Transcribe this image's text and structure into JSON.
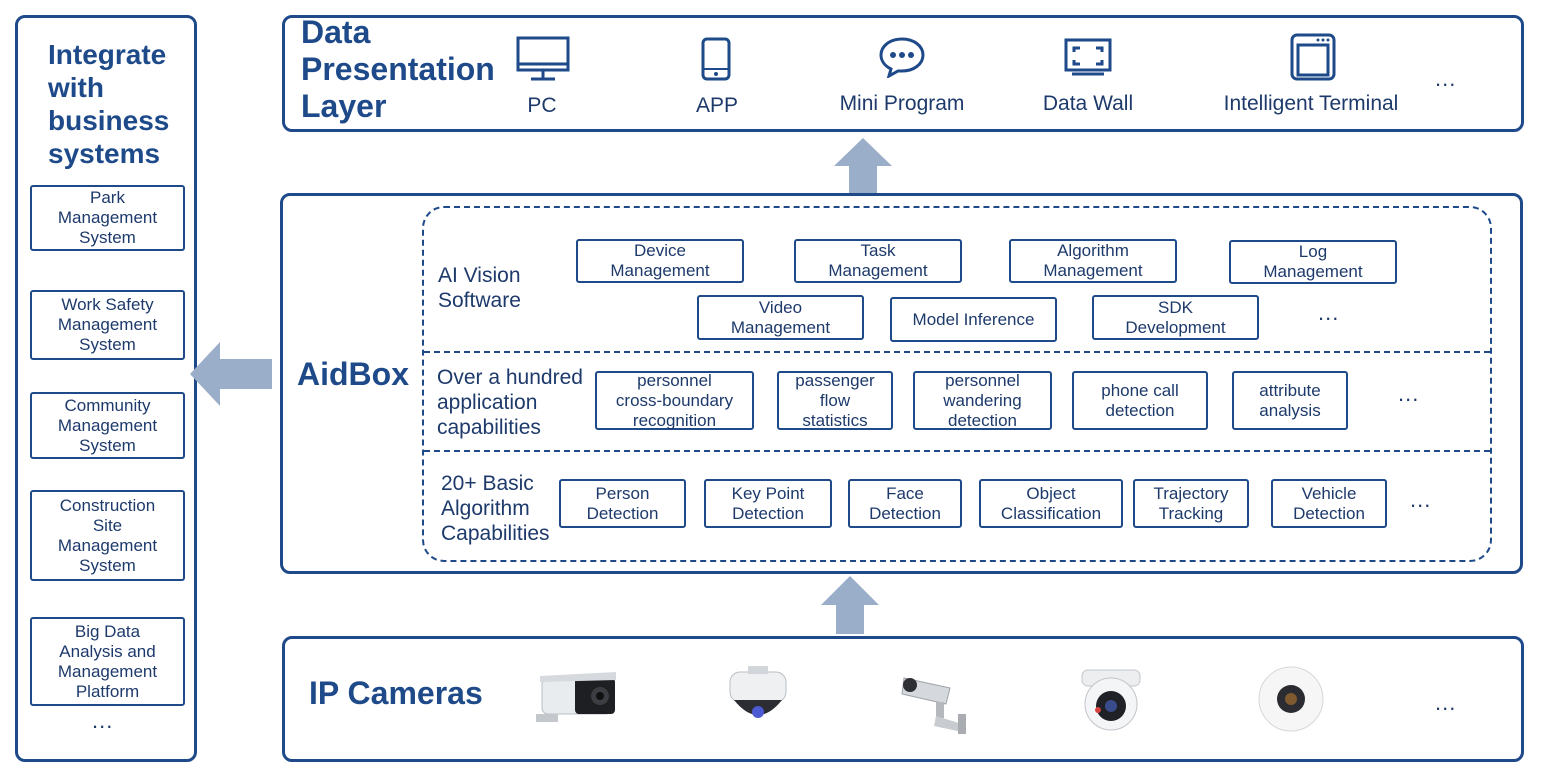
{
  "colors": {
    "primary": "#1e4a8a",
    "text": "#1d3a6b",
    "arrow": "#9aadc9"
  },
  "left_panel": {
    "title": "Integrate\nwith\nbusiness\nsystems",
    "items": [
      "Park\nManagement\nSystem",
      "Work Safety\nManagement\nSystem",
      "Community\nManagement\nSystem",
      "Construction\nSite\nManagement\nSystem",
      "Big Data\nAnalysis and\nManagement\nPlatform"
    ],
    "ellipsis": "..."
  },
  "presentation": {
    "title": "Data\nPresentation\nLayer",
    "items": [
      {
        "label": "PC",
        "icon": "monitor-icon"
      },
      {
        "label": "APP",
        "icon": "phone-icon"
      },
      {
        "label": "Mini Program",
        "icon": "chat-icon"
      },
      {
        "label": "Data Wall",
        "icon": "screen-wall-icon"
      },
      {
        "label": "Intelligent Terminal",
        "icon": "terminal-icon"
      }
    ],
    "ellipsis": "..."
  },
  "aidbox": {
    "title": "AidBox",
    "software": {
      "label": "AI Vision\nSoftware",
      "row1": [
        "Device\nManagement",
        "Task\nManagement",
        "Algorithm\nManagement",
        "Log\nManagement"
      ],
      "row2": [
        "Video\nManagement",
        "Model Inference",
        "SDK\nDevelopment"
      ],
      "ellipsis": "..."
    },
    "applications": {
      "label": "Over a hundred\napplication\ncapabilities",
      "items": [
        "personnel\ncross-boundary\nrecognition",
        "passenger\nflow\nstatistics",
        "personnel\nwandering\ndetection",
        "phone call\ndetection",
        "attribute\nanalysis"
      ],
      "ellipsis": "..."
    },
    "basic": {
      "label": "20+ Basic\nAlgorithm\nCapabilities",
      "items": [
        "Person\nDetection",
        "Key Point\nDetection",
        "Face\nDetection",
        "Object\nClassification",
        "Trajectory\nTracking",
        "Vehicle\nDetection"
      ],
      "ellipsis": "..."
    }
  },
  "cameras": {
    "title": "IP Cameras",
    "items": [
      "bullet-camera-icon",
      "ptz-dome-camera-icon",
      "box-camera-icon",
      "turret-camera-icon",
      "fisheye-camera-icon"
    ],
    "ellipsis": "..."
  }
}
